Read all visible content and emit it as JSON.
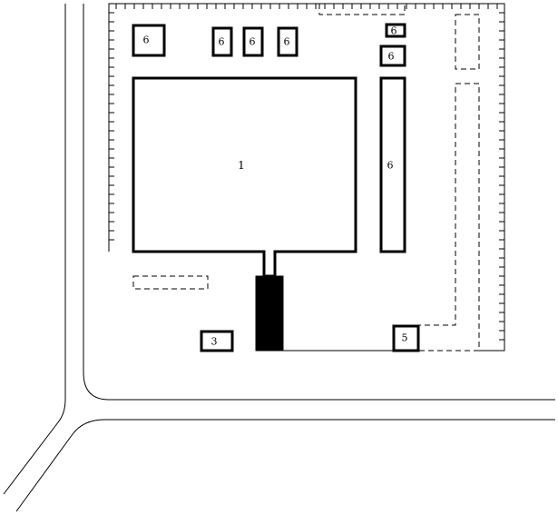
{
  "labels": {
    "main_building": "1",
    "building_3": "3",
    "building_5": "5",
    "building_6_a": "6",
    "building_6_b": "6",
    "building_6_c": "6",
    "building_6_d": "6",
    "building_6_e": "6",
    "building_6_f": "6",
    "building_6_tall": "6"
  }
}
